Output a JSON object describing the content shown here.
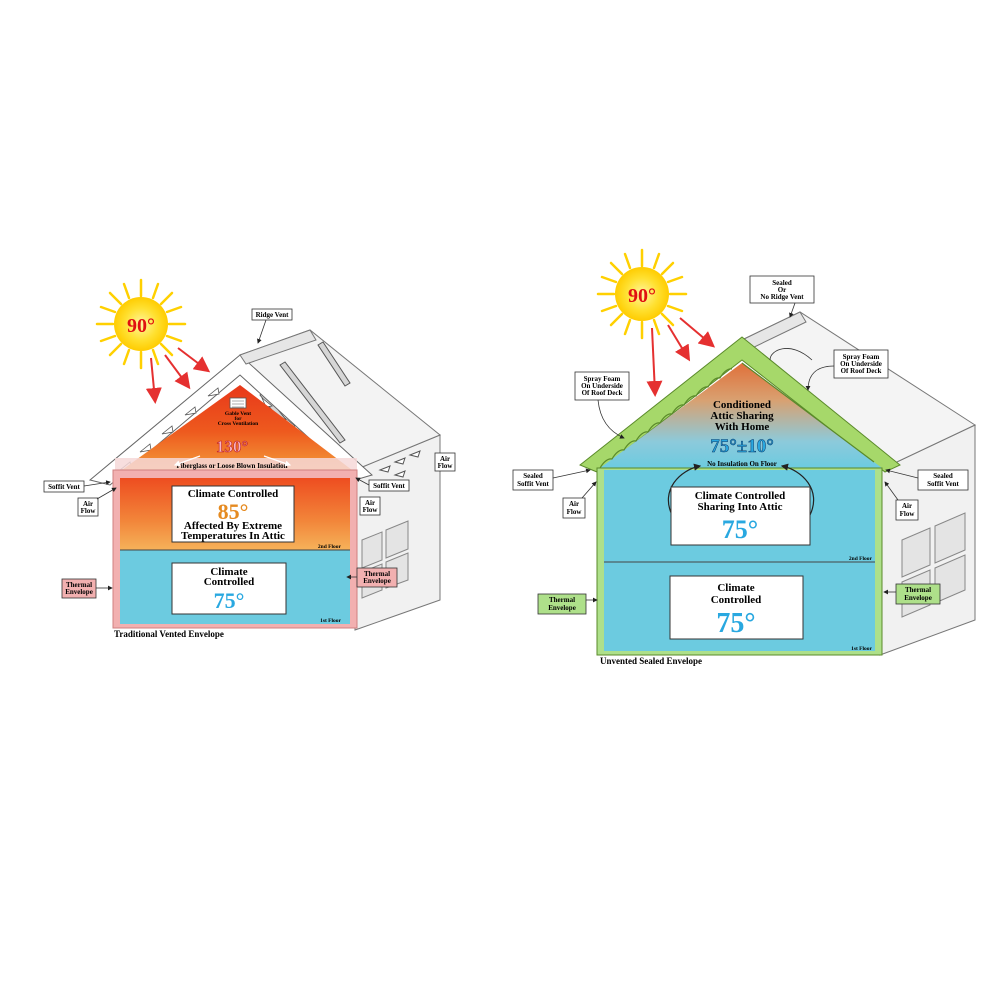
{
  "colors": {
    "sun": "#ffd700",
    "sun_text": "#e01010",
    "attic_hot": "#e8401a",
    "attic_warm": "#f08a30",
    "room_cool": "#6ccbe0",
    "temp_orange": "#e58a20",
    "temp_blue": "#29a8e0",
    "foam_green": "#a6d86a",
    "envelope_pink": "#f2b0b0",
    "envelope_green": "#aee08a",
    "arrow_red": "#e53030"
  },
  "left": {
    "sun_temp": "90°",
    "ridge_vent": "Ridge Vent",
    "gable_vent": [
      "Gable Vent",
      "for",
      "Cross Ventilation"
    ],
    "attic_temp": "130°",
    "insulation": "Fiberglass or Loose Blown Insulation",
    "upper_card": {
      "title": "Climate Controlled",
      "temp": "85°",
      "note1": "Affected By Extreme",
      "note2": "Temperatures In Attic"
    },
    "lower_card": {
      "title1": "Climate",
      "title2": "Controlled",
      "temp": "75°"
    },
    "soffit_left": "Soffit Vent",
    "soffit_right": "Soffit Vent",
    "airflow_left": [
      "Air",
      "Flow"
    ],
    "airflow_right": [
      "Air",
      "Flow"
    ],
    "airflow_roof": [
      "Air",
      "Flow"
    ],
    "thermal_left": [
      "Thermal",
      "Envelope"
    ],
    "thermal_right": [
      "Thermal",
      "Envelope"
    ],
    "floor2": "2nd Floor",
    "floor1": "1st Floor",
    "caption": "Traditional Vented Envelope"
  },
  "right": {
    "sun_temp": "90°",
    "ridge": [
      "Sealed",
      "Or",
      "No Ridge Vent"
    ],
    "spray_left": [
      "Spray Foam",
      "On Underside",
      "Of Roof Deck"
    ],
    "spray_right": [
      "Spray Foam",
      "On Underside",
      "Of Roof Deck"
    ],
    "attic_label": [
      "Conditioned",
      "Attic Sharing",
      "With Home"
    ],
    "attic_temp": "75°±10°",
    "no_insulation": "No Insulation On Floor",
    "upper_card": {
      "title1": "Climate Controlled",
      "title2": "Sharing Into Attic",
      "temp": "75°"
    },
    "lower_card": {
      "title1": "Climate",
      "title2": "Controlled",
      "temp": "75°"
    },
    "sealed_left": [
      "Sealed",
      "Soffit Vent"
    ],
    "sealed_right": [
      "Sealed",
      "Soffit Vent"
    ],
    "airflow_left": [
      "Air",
      "Flow"
    ],
    "airflow_right": [
      "Air",
      "Flow"
    ],
    "thermal_left": [
      "Thermal",
      "Envelope"
    ],
    "thermal_right": [
      "Thermal",
      "Envelope"
    ],
    "floor2": "2nd Floor",
    "floor1": "1st Floor",
    "caption": "Unvented  Sealed Envelope"
  }
}
